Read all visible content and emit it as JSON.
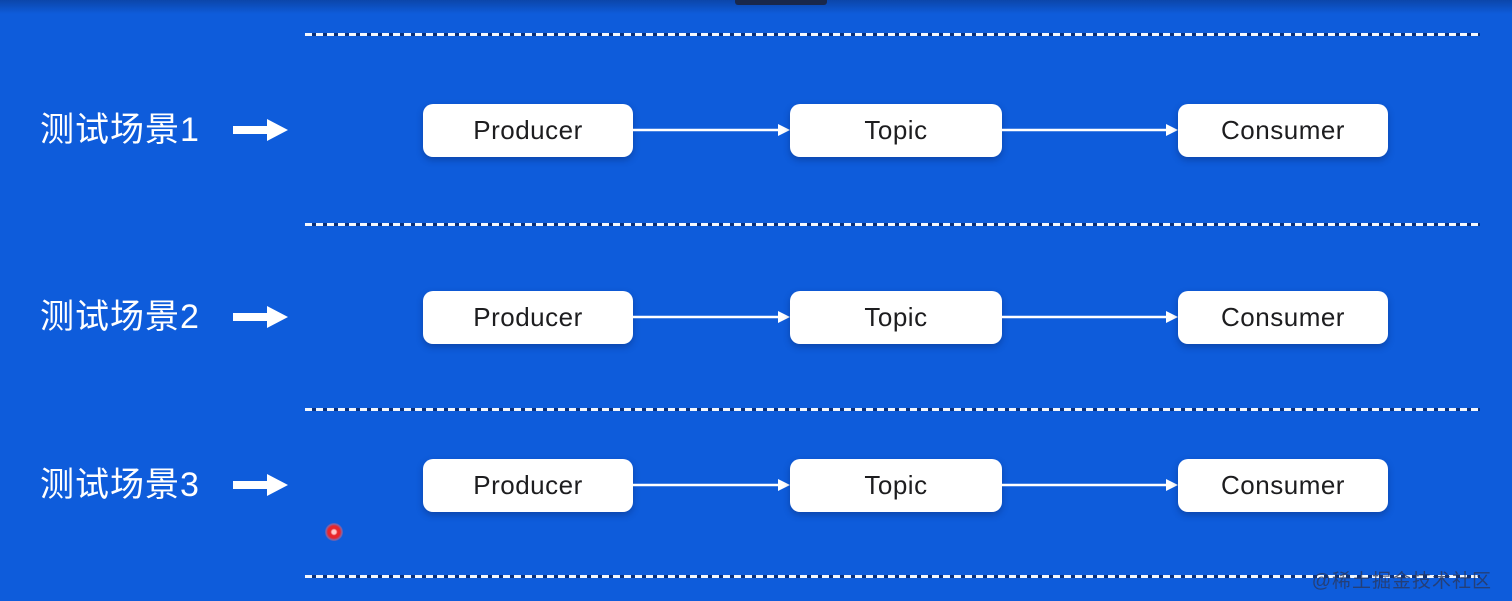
{
  "page": {
    "watermark": "@稀土掘金技术社区"
  },
  "rows": [
    {
      "label": "测试场景1",
      "nodes": [
        "Producer",
        "Topic",
        "Consumer"
      ]
    },
    {
      "label": "测试场景2",
      "nodes": [
        "Producer",
        "Topic",
        "Consumer"
      ]
    },
    {
      "label": "测试场景3",
      "nodes": [
        "Producer",
        "Topic",
        "Consumer"
      ]
    }
  ],
  "icons": {
    "block_arrow": "right-block-arrow",
    "flow_arrow": "right-flow-arrow",
    "pointer_dot": "red-laser-pointer-dot"
  },
  "colors": {
    "background": "#0e5cdb",
    "node_fill": "#ffffff",
    "node_text": "#1d1d1f",
    "label_text": "#ffffff",
    "dash_white": "#ffffff",
    "dash_dark": "#0a2f77",
    "pointer_red": "#e8262b",
    "watermark_text": "#2a375c",
    "top_bar": "#1b2540"
  }
}
